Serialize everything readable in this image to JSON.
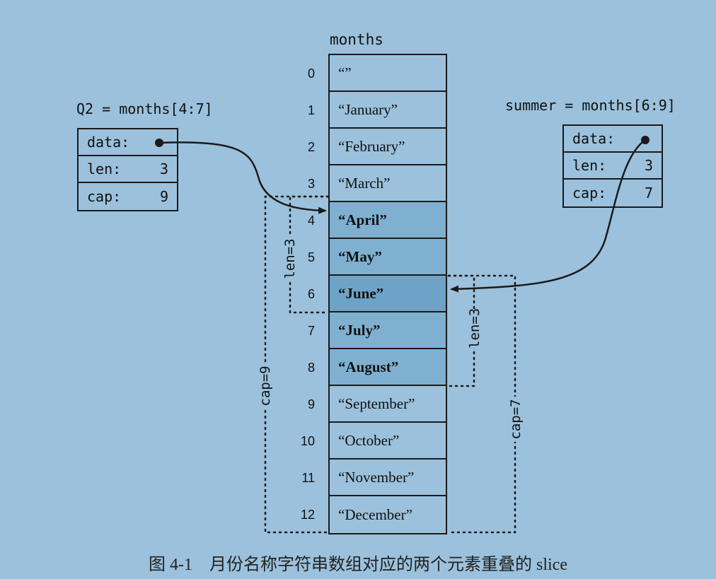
{
  "array": {
    "title": "months",
    "indices": [
      "0",
      "1",
      "2",
      "3",
      "4",
      "5",
      "6",
      "7",
      "8",
      "9",
      "10",
      "11",
      "12"
    ],
    "cells": [
      "“”",
      "“January”",
      "“February”",
      "“March”",
      "“April”",
      "“May”",
      "“June”",
      "“July”",
      "“August”",
      "“September”",
      "“October”",
      "“November”",
      "“December”"
    ]
  },
  "q2": {
    "title": "Q2 = months[4:7]",
    "data_label": "data:",
    "len_label": "len:",
    "len_value": "3",
    "cap_label": "cap:",
    "cap_value": "9",
    "len_annotation": "len=3",
    "cap_annotation": "cap=9"
  },
  "summer": {
    "title": "summer = months[6:9]",
    "data_label": "data:",
    "len_label": "len:",
    "len_value": "3",
    "cap_label": "cap:",
    "cap_value": "7",
    "len_annotation": "len=3",
    "cap_annotation": "cap=7"
  },
  "caption": "图 4-1　月份名称字符串数组对应的两个元素重叠的 slice"
}
